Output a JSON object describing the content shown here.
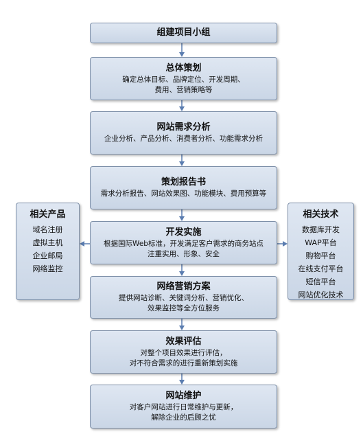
{
  "steps": [
    {
      "title": "组建项目小组",
      "desc": []
    },
    {
      "title": "总体策划",
      "desc": [
        "确定总体目标、品牌定位、开发周期、",
        "费用、营销策略等"
      ]
    },
    {
      "title": "网站需求分析",
      "desc": [
        "企业分析、产品分析、消费者分析、功能需求分析"
      ]
    },
    {
      "title": "策划报告书",
      "desc": [
        "需求分析报告、网站效果图、功能模块、费用预算等"
      ]
    },
    {
      "title": "开发实施",
      "desc": [
        "根据国际Web标准，开发满足客户需求的商务站点",
        "注重实用、形象、安全"
      ]
    },
    {
      "title": "网络营销方案",
      "desc": [
        "提供网站诊断、关键词分析、营销优化、",
        "效果监控等全方位服务"
      ]
    },
    {
      "title": "效果评估",
      "desc": [
        "对整个项目效果进行评估，",
        "对不符合需求的进行重新策划实施"
      ]
    },
    {
      "title": "网站维护",
      "desc": [
        "对客户网站进行日常维护与更新，",
        "解除企业的后顾之忧"
      ]
    }
  ],
  "left": {
    "title": "相关产品",
    "items": [
      "域名注册",
      "虚拟主机",
      "企业邮局",
      "网络监控"
    ]
  },
  "right": {
    "title": "相关技术",
    "items": [
      "数据库开发",
      "WAP平台",
      "购物平台",
      "在线支付平台",
      "短信平台",
      "网站优化技术"
    ]
  },
  "colors": {
    "box_top": "#dfe7f2",
    "box_bottom": "#cad6e6",
    "border": "#7d8fa8",
    "arrow": "#5b7db0"
  }
}
